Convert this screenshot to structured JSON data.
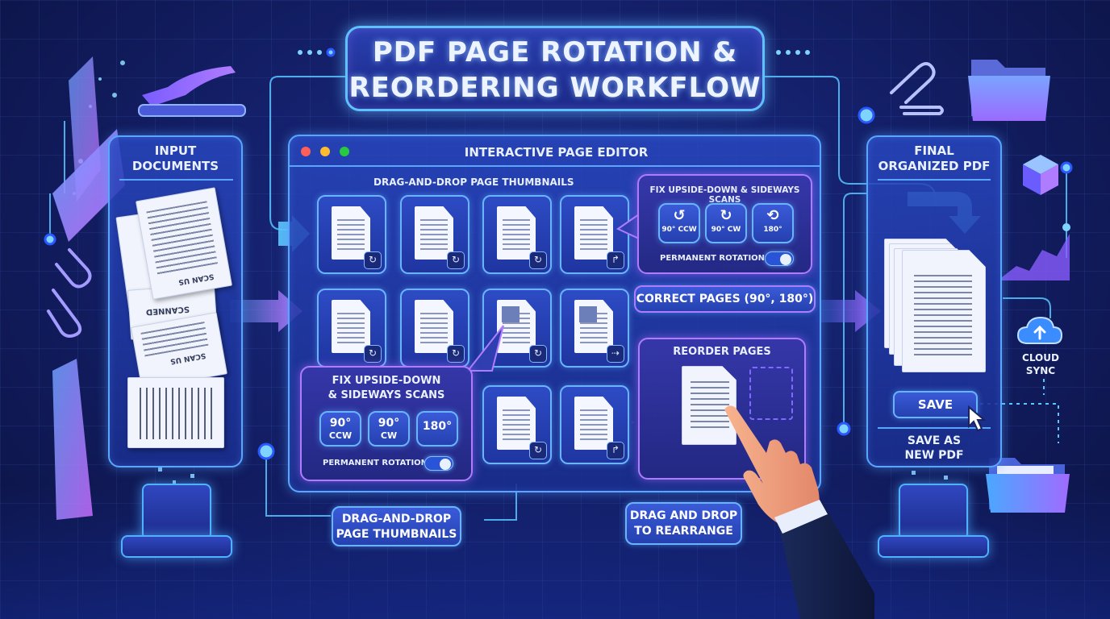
{
  "title": {
    "line1": "PDF PAGE ROTATION &",
    "line2": "REORDERING WORKFLOW"
  },
  "input_panel": {
    "label_line1": "INPUT",
    "label_line2": "DOCUMENTS",
    "scan_text_1": "SCANNED",
    "scan_text_2": "SCAN US",
    "scan_text_3": "SCAN US"
  },
  "editor": {
    "window_title": "INTERACTIVE PAGE EDITOR",
    "thumbnails_heading": "DRAG-AND-DROP PAGE THUMBNAILS",
    "window_dot_colors": [
      "#ff5f57",
      "#febc2e",
      "#28c840"
    ]
  },
  "fix_popup_top": {
    "heading": "FIX UPSIDE-DOWN & SIDEWAYS SCANS",
    "buttons": [
      "90° CCW",
      "90° CW",
      "180°"
    ],
    "toggle_label": "PERMANENT ROTATION"
  },
  "fix_popup_bottom": {
    "heading_line1": "FIX UPSIDE-DOWN",
    "heading_line2": "& SIDEWAYS SCANS",
    "buttons": [
      {
        "line1": "90°",
        "line2": "CCW"
      },
      {
        "line1": "90°",
        "line2": "CW"
      },
      {
        "line1": "180°",
        "line2": ""
      }
    ],
    "toggle_label": "PERMANENT ROTATION"
  },
  "correct_pages_label": "CORRECT PAGES (90°, 180°)",
  "reorder_panel": {
    "heading": "REORDER PAGES"
  },
  "bottom_labels": {
    "drag_thumbs_line1": "DRAG-AND-DROP",
    "drag_thumbs_line2": "PAGE THUMBNAILS",
    "drag_rearrange_line1": "DRAG AND DROP",
    "drag_rearrange_line2": "TO REARRANGE"
  },
  "output_panel": {
    "label_line1": "FINAL",
    "label_line2": "ORGANIZED PDF",
    "save_label": "SAVE",
    "save_as_line1": "SAVE AS",
    "save_as_line2": "NEW PDF"
  },
  "cloud": {
    "line1": "CLOUD",
    "line2": "SYNC"
  },
  "icons": {
    "rotate": "rotate-icon",
    "cursor": "cursor-icon",
    "hand": "hand-pointer-icon",
    "cloud": "cloud-upload-icon",
    "folder": "folder-icon",
    "stapler": "stapler-icon",
    "paperclip": "paperclip-icon",
    "cube": "cube-icon"
  },
  "colors": {
    "accent_blue": "#5aa6ff",
    "accent_violet": "#b07cff",
    "arrow_pink": "#d36bff",
    "background": "#14206a"
  }
}
